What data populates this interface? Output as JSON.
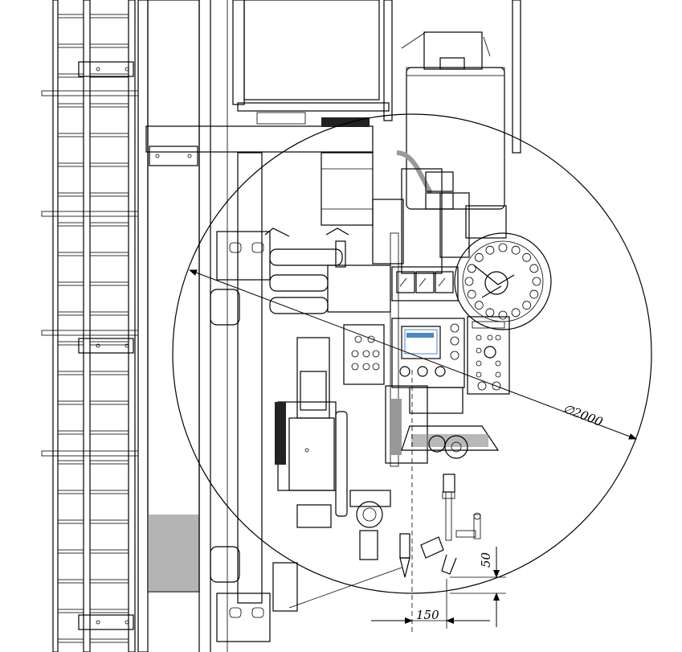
{
  "drawing": {
    "colors": {
      "rail_yellow": "#f2e600",
      "frame_gray": "#d8d8d8",
      "column_gray": "#c8c8c8",
      "tank_orange": "#f0b77a",
      "tank_highlight": "#fde3bf",
      "pink_pipe": "#e8c8e6",
      "lamp_red": "#e02020",
      "lamp_green": "#2aa02a",
      "gauge_blue": "#4a86c8",
      "dark": "#111111"
    },
    "dimensions": {
      "diameter_label": "∅2000",
      "horizontal_label": "150",
      "vertical_label": "50"
    }
  }
}
